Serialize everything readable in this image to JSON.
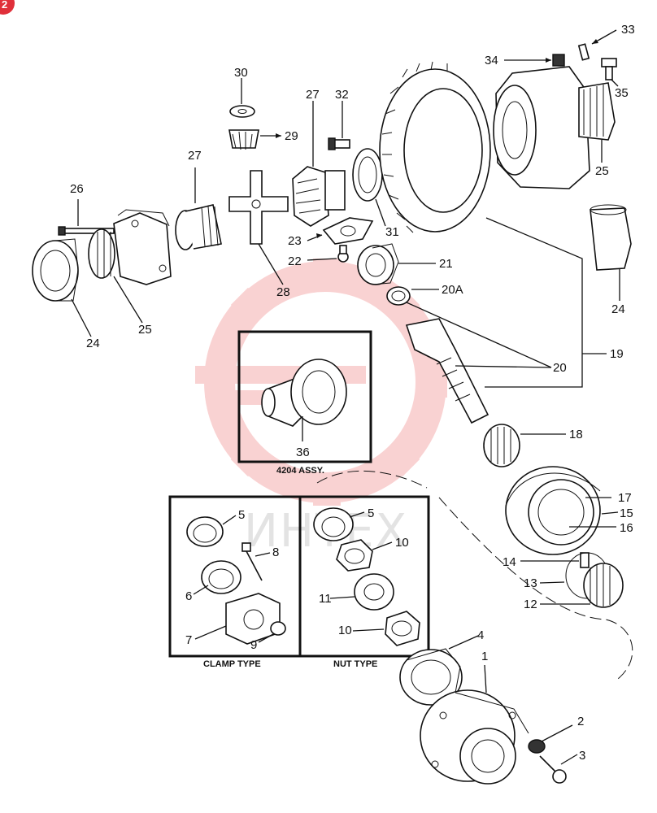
{
  "badge": {
    "label": "2",
    "color": "#e0303a"
  },
  "watermark": {
    "text": "ИНТЕХ",
    "color": "#f08080"
  },
  "callouts": {
    "c1": "1",
    "c2": "2",
    "c3": "3",
    "c4": "4",
    "c5a": "5",
    "c5b": "5",
    "c6": "6",
    "c7": "7",
    "c8": "8",
    "c9": "9",
    "c10a": "10",
    "c10b": "10",
    "c11": "11",
    "c12": "12",
    "c13": "13",
    "c14": "14",
    "c15": "15",
    "c16": "16",
    "c17": "17",
    "c18": "18",
    "c19": "19",
    "c20": "20",
    "c20a": "20A",
    "c21": "21",
    "c22": "22",
    "c23": "23",
    "c24a": "24",
    "c24b": "24",
    "c25a": "25",
    "c25b": "25",
    "c26": "26",
    "c27a": "27",
    "c27b": "27",
    "c28": "28",
    "c29": "29",
    "c30": "30",
    "c31": "31",
    "c32": "32",
    "c33": "33",
    "c34": "34",
    "c35": "35",
    "c36": "36"
  },
  "captions": {
    "assy": "4204 ASSY.",
    "clamp": "CLAMP TYPE",
    "nut": "NUT TYPE"
  }
}
